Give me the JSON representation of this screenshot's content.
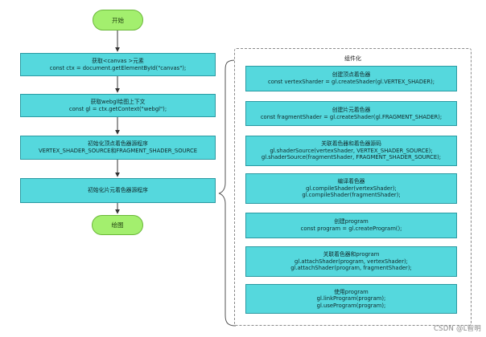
{
  "flow": {
    "start": "开始",
    "end": "绘图",
    "steps": [
      {
        "lines": [
          "获取<canvas >元素",
          "const ctx = document.getElementById(\"canvas\");"
        ]
      },
      {
        "lines": [
          "获取webgl绘图上下文",
          "const gl = ctx.getContext(\"webgl\");"
        ]
      },
      {
        "lines": [
          "初始化顶点着色器源程序",
          "VERTEX_SHADER_SOURCE和FRAGMENT_SHADER_SOURCE"
        ]
      },
      {
        "lines": [
          "初始化片元着色器源程序"
        ]
      }
    ]
  },
  "component": {
    "title": "组件化",
    "steps": [
      {
        "lines": [
          "创建顶点着色器",
          "const vertexSharder = gl.createShader(gl.VERTEX_SHADER);"
        ]
      },
      {
        "lines": [
          "创建片元着色器",
          "const fragmentShader = gl.createShader(gl.FRAGMENT_SHADER);"
        ]
      },
      {
        "lines": [
          "关联着色器和着色器源码",
          "gl.shaderSource(vertexShader, VERTEX_SHADER_SOURCE);",
          "gl.shaderSource(fragmentShader, FRAGMENT_SHADER_SOURCE);"
        ]
      },
      {
        "lines": [
          "编译着色器",
          "gl.compileShader(vertexShader);",
          "gl.compileShader(fragmentShader);"
        ]
      },
      {
        "lines": [
          "创建program",
          "const program = gl.createProgram();"
        ]
      },
      {
        "lines": [
          "关联着色器和program",
          "gl.attachShader(program, vertexShader);",
          "gl.attachShader(program, fragmentShader);"
        ]
      },
      {
        "lines": [
          "使用program",
          "gl.linkProgram(program);",
          "gl.useProgram(program);"
        ]
      }
    ]
  },
  "watermark": "CSDN @L智明",
  "colors": {
    "terminal_fill": "#a3ef6e",
    "process_fill": "#55d8dd",
    "connector": "#333333",
    "group_border": "#8b8b8b"
  }
}
